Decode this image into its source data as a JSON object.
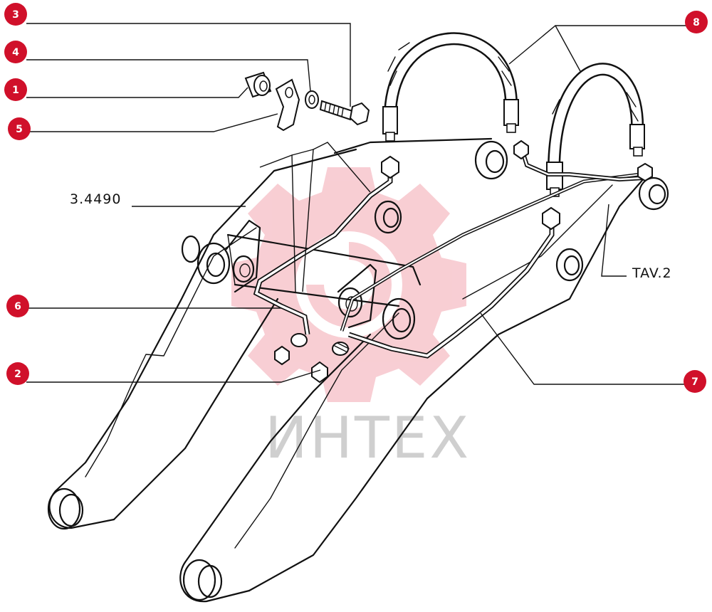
{
  "diagram": {
    "reference_labels": {
      "part_ref": "3.4490",
      "table_ref": "TAV.2"
    },
    "callouts": [
      {
        "id": "callout-3",
        "number": "3"
      },
      {
        "id": "callout-4",
        "number": "4"
      },
      {
        "id": "callout-1",
        "number": "1"
      },
      {
        "id": "callout-5",
        "number": "5"
      },
      {
        "id": "callout-6",
        "number": "6"
      },
      {
        "id": "callout-2",
        "number": "2"
      },
      {
        "id": "callout-8",
        "number": "8"
      },
      {
        "id": "callout-7",
        "number": "7"
      }
    ],
    "watermark": {
      "text": "ИНТЕХ"
    },
    "colors": {
      "callout_fill": "#d0102a",
      "line": "#111111",
      "watermark_gear": "#f7c6cc",
      "watermark_text": "#cfcfcf"
    }
  }
}
